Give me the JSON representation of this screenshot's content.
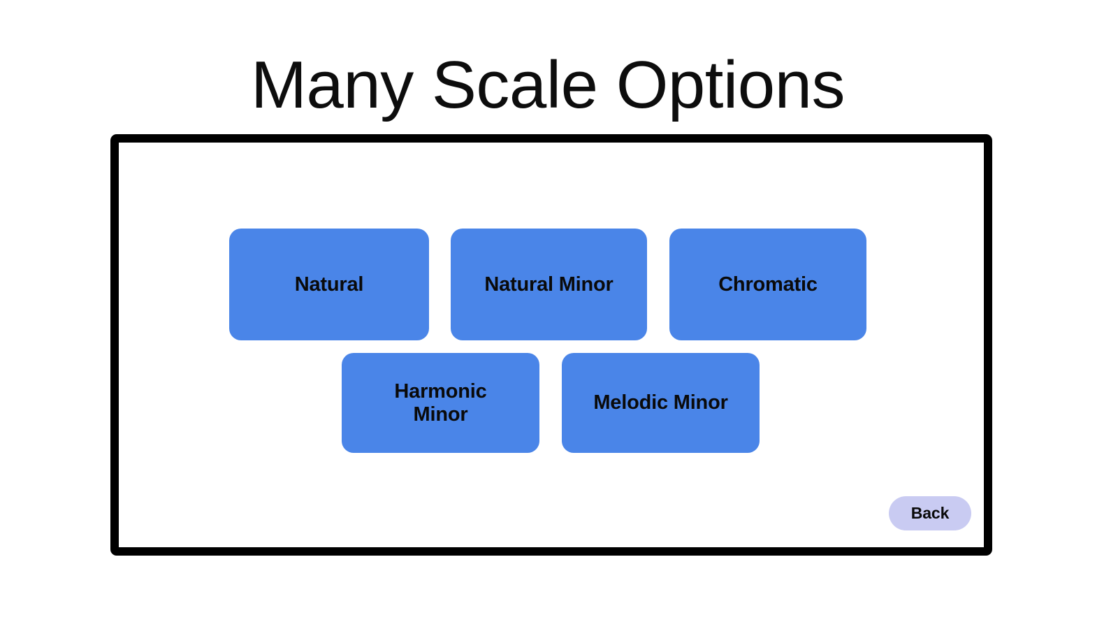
{
  "page": {
    "title": "Many Scale Options",
    "background_color": "#ffffff"
  },
  "panel": {
    "border_color": "#000000"
  },
  "theme": {
    "button_blue": "#4a85e8",
    "button_text": "#0a0a0a",
    "back_button_lavender": "#c9cbf2",
    "title_color": "#0d0d0d"
  },
  "scale_options": {
    "row1": [
      {
        "label": "Natural",
        "name": "natural"
      },
      {
        "label": "Natural Minor",
        "name": "natural-minor"
      },
      {
        "label": "Chromatic",
        "name": "chromatic"
      }
    ],
    "row2": [
      {
        "label": "Harmonic Minor",
        "name": "harmonic-minor"
      },
      {
        "label": "Melodic Minor",
        "name": "melodic-minor"
      }
    ]
  },
  "navigation": {
    "back_label": "Back"
  }
}
